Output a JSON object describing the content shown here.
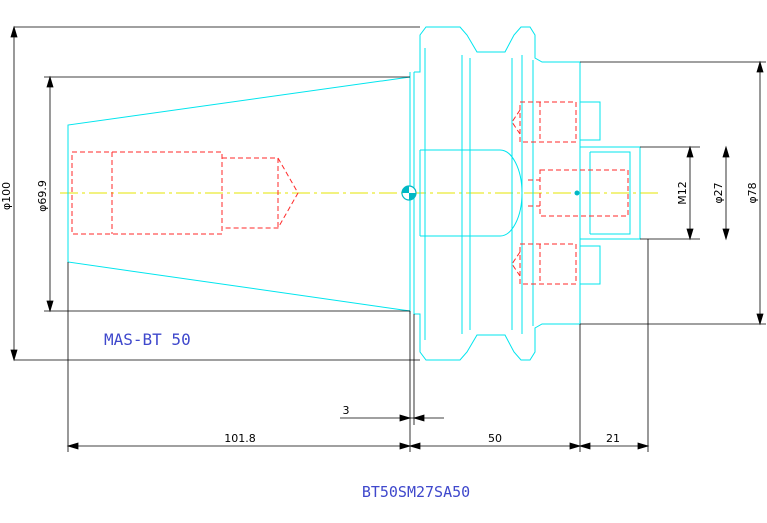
{
  "drawing": {
    "standard_label": "MAS-BT 50",
    "part_number": "BT50SM27SA50"
  },
  "dimensions": {
    "d100": "φ100",
    "d69_9": "φ69.9",
    "m12": "M12",
    "d27": "φ27",
    "d78": "φ78",
    "len_101_8": "101.8",
    "len_50": "50",
    "len_21": "21",
    "len_3": "3"
  },
  "colors": {
    "outline": "#00e5ee",
    "hidden": "#ff2a2a",
    "centerline": "#e6e600",
    "dimension": "#000000",
    "label": "#3f48cc"
  }
}
